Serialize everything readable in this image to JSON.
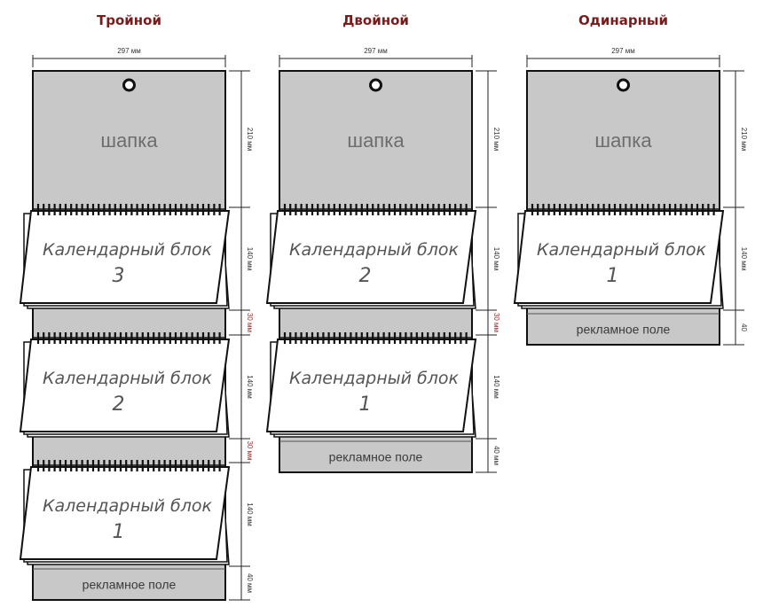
{
  "columns": [
    {
      "title": "Тройной",
      "width_label": "297 мм",
      "header_label": "шапка",
      "header_dim": "210 мм",
      "blocks": [
        {
          "label": "Календарный блок",
          "number": "3",
          "dim": "140 мм",
          "gap_dim": "30 мм"
        },
        {
          "label": "Календарный блок",
          "number": "2",
          "dim": "140 мм",
          "gap_dim": "30 мм"
        },
        {
          "label": "Календарный блок",
          "number": "1",
          "dim": "140 мм",
          "gap_dim": ""
        }
      ],
      "ad_label": "рекламное поле",
      "ad_dim": "40 мм"
    },
    {
      "title": "Двойной",
      "width_label": "297 мм",
      "header_label": "шапка",
      "header_dim": "210 мм",
      "blocks": [
        {
          "label": "Календарный блок",
          "number": "2",
          "dim": "140 мм",
          "gap_dim": "30 мм"
        },
        {
          "label": "Календарный блок",
          "number": "1",
          "dim": "140 мм",
          "gap_dim": ""
        }
      ],
      "ad_label": "рекламное поле",
      "ad_dim": "40 мм"
    },
    {
      "title": "Одинарный",
      "width_label": "297 мм",
      "header_label": "шапка",
      "header_dim": "210 мм",
      "blocks": [
        {
          "label": "Календарный блок",
          "number": "1",
          "dim": "140 мм",
          "gap_dim": ""
        }
      ],
      "ad_label": "рекламное поле",
      "ad_dim": "40"
    }
  ],
  "colors": {
    "title": "#7b1c1c",
    "panel": "#c8c8c8",
    "outline": "#111111",
    "page": "#ffffff",
    "gap_dim": "#9e2a2a"
  }
}
